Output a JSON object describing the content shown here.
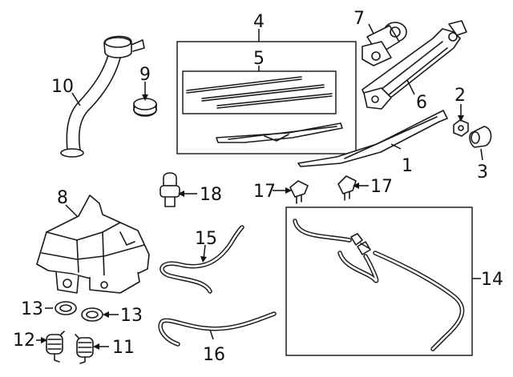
{
  "diagram": {
    "callouts": [
      {
        "id": "1",
        "label": "1"
      },
      {
        "id": "2",
        "label": "2"
      },
      {
        "id": "3",
        "label": "3"
      },
      {
        "id": "4",
        "label": "4"
      },
      {
        "id": "5",
        "label": "5"
      },
      {
        "id": "6",
        "label": "6"
      },
      {
        "id": "7",
        "label": "7"
      },
      {
        "id": "8",
        "label": "8"
      },
      {
        "id": "9",
        "label": "9"
      },
      {
        "id": "10",
        "label": "10"
      },
      {
        "id": "11",
        "label": "11"
      },
      {
        "id": "12",
        "label": "12"
      },
      {
        "id": "13a",
        "label": "13"
      },
      {
        "id": "13b",
        "label": "13"
      },
      {
        "id": "14",
        "label": "14"
      },
      {
        "id": "15",
        "label": "15"
      },
      {
        "id": "16",
        "label": "16"
      },
      {
        "id": "17a",
        "label": "17"
      },
      {
        "id": "17b",
        "label": "17"
      },
      {
        "id": "18",
        "label": "18"
      }
    ]
  }
}
